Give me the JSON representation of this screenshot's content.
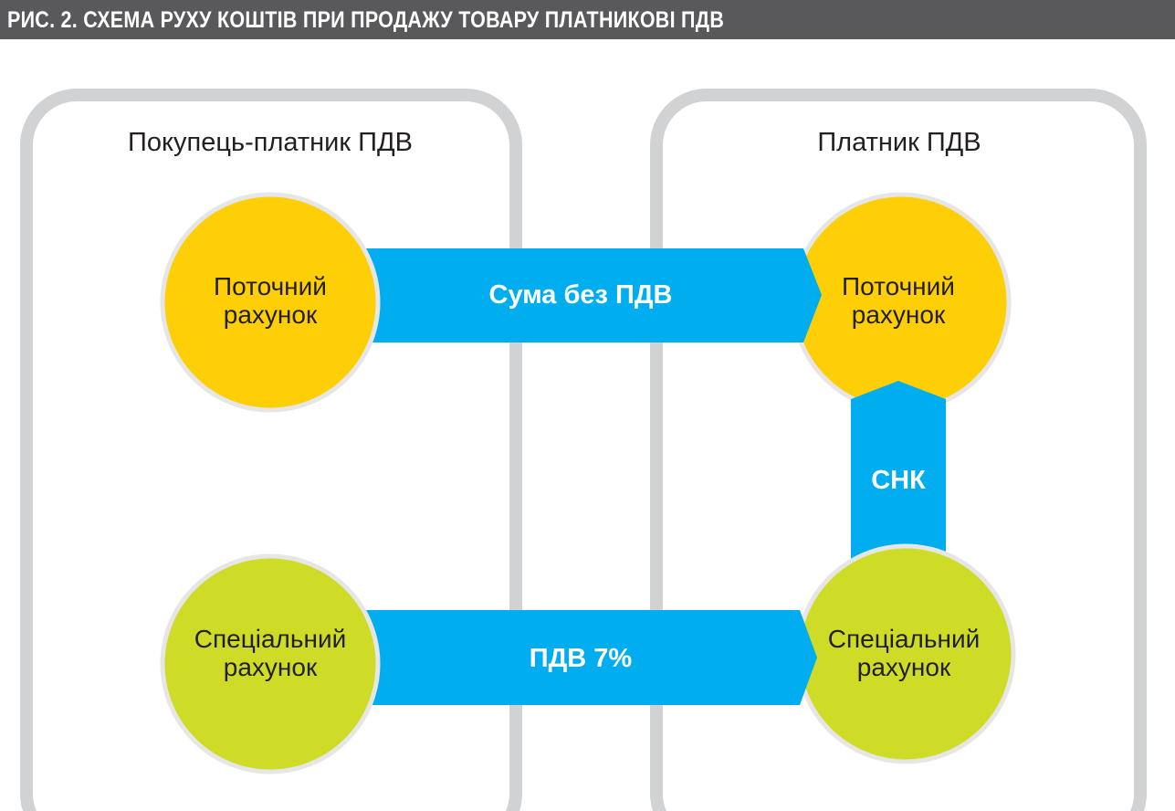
{
  "header": {
    "title": "РИС. 2. СХЕМА РУХУ КОШТІВ ПРИ ПРОДАЖУ ТОВАРУ ПЛАТНИКОВІ ПДВ"
  },
  "groups": {
    "buyer": {
      "title": "Покупець-платник ПДВ"
    },
    "payer": {
      "title": "Платник ПДВ"
    }
  },
  "nodes": {
    "buyer_current": {
      "line1": "Поточний",
      "line2": "рахунок"
    },
    "buyer_special": {
      "line1": "Спеціальний",
      "line2": "рахунок"
    },
    "payer_current": {
      "line1": "Поточний",
      "line2": "рахунок"
    },
    "payer_special": {
      "line1": "Спеціальний",
      "line2": "рахунок"
    }
  },
  "flows": {
    "top": {
      "label": "Сума без ПДВ"
    },
    "bottom": {
      "label": "ПДВ 7%"
    },
    "vertical": {
      "label": "СНК"
    }
  },
  "colors": {
    "header": "#59595b",
    "frame": "#d1d2d4",
    "current": "#fecf06",
    "special": "#cedc28",
    "arrow": "#00aeef",
    "text": "#231f20"
  }
}
